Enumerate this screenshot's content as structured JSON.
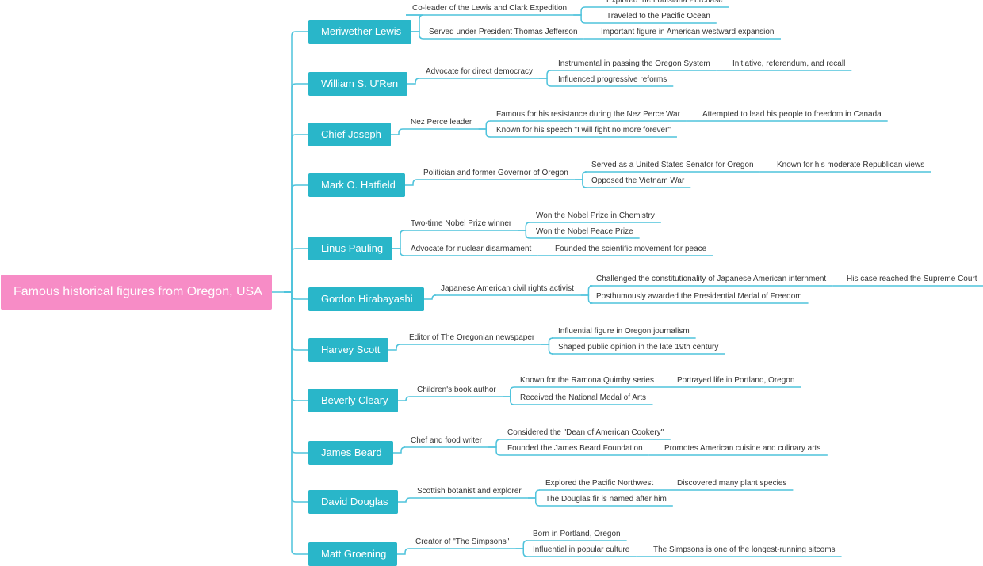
{
  "root": "Famous historical figures from Oregon, USA",
  "people": [
    {
      "name": "Meriwether Lewis",
      "facts": [
        {
          "text": "Co-leader of the Lewis and Clark Expedition",
          "children": [
            {
              "text": "Explored the Louisiana Purchase"
            },
            {
              "text": "Traveled to the Pacific Ocean"
            }
          ]
        },
        {
          "text": "Served under President Thomas Jefferson",
          "children": [
            {
              "text": "Important figure in American westward expansion"
            }
          ]
        }
      ]
    },
    {
      "name": "William S. U'Ren",
      "facts": [
        {
          "text": "Advocate for direct democracy",
          "children": [
            {
              "text": "Instrumental in passing the Oregon System",
              "children": [
                {
                  "text": "Initiative, referendum, and recall"
                }
              ]
            },
            {
              "text": "Influenced progressive reforms"
            }
          ]
        }
      ]
    },
    {
      "name": "Chief Joseph",
      "facts": [
        {
          "text": "Nez Perce leader",
          "children": [
            {
              "text": "Famous for his resistance during the Nez Perce War",
              "children": [
                {
                  "text": "Attempted to lead his people to freedom in Canada"
                }
              ]
            },
            {
              "text": "Known for his speech \"I will fight no more forever\""
            }
          ]
        }
      ]
    },
    {
      "name": "Mark O. Hatfield",
      "facts": [
        {
          "text": "Politician and former Governor of Oregon",
          "children": [
            {
              "text": "Served as a United States Senator for Oregon",
              "children": [
                {
                  "text": "Known for his moderate Republican views"
                }
              ]
            },
            {
              "text": "Opposed the Vietnam War"
            }
          ]
        }
      ]
    },
    {
      "name": "Linus Pauling",
      "facts": [
        {
          "text": "Two-time Nobel Prize winner",
          "children": [
            {
              "text": "Won the Nobel Prize in Chemistry"
            },
            {
              "text": "Won the Nobel Peace Prize"
            }
          ]
        },
        {
          "text": "Advocate for nuclear disarmament",
          "children": [
            {
              "text": "Founded the scientific movement for peace"
            }
          ]
        }
      ]
    },
    {
      "name": "Gordon Hirabayashi",
      "facts": [
        {
          "text": "Japanese American civil rights activist",
          "children": [
            {
              "text": "Challenged the constitutionality of Japanese American internment",
              "children": [
                {
                  "text": "His case reached the Supreme Court"
                }
              ]
            },
            {
              "text": "Posthumously awarded the Presidential Medal of Freedom"
            }
          ]
        }
      ]
    },
    {
      "name": "Harvey Scott",
      "facts": [
        {
          "text": "Editor of The Oregonian newspaper",
          "children": [
            {
              "text": "Influential figure in Oregon journalism"
            },
            {
              "text": "Shaped public opinion in the late 19th century"
            }
          ]
        }
      ]
    },
    {
      "name": "Beverly Cleary",
      "facts": [
        {
          "text": "Children's book author",
          "children": [
            {
              "text": "Known for the Ramona Quimby series",
              "children": [
                {
                  "text": "Portrayed life in Portland, Oregon"
                }
              ]
            },
            {
              "text": "Received the National Medal of Arts"
            }
          ]
        }
      ]
    },
    {
      "name": "James Beard",
      "facts": [
        {
          "text": "Chef and food writer",
          "children": [
            {
              "text": "Considered the \"Dean of American Cookery\""
            },
            {
              "text": "Founded the James Beard Foundation",
              "children": [
                {
                  "text": "Promotes American cuisine and culinary arts"
                }
              ]
            }
          ]
        }
      ]
    },
    {
      "name": "David Douglas",
      "facts": [
        {
          "text": "Scottish botanist and explorer",
          "children": [
            {
              "text": "Explored the Pacific Northwest",
              "children": [
                {
                  "text": "Discovered many plant species"
                }
              ]
            },
            {
              "text": "The Douglas fir is named after him"
            }
          ]
        }
      ]
    },
    {
      "name": "Matt Groening",
      "facts": [
        {
          "text": "Creator of \"The Simpsons\"",
          "children": [
            {
              "text": "Born in Portland, Oregon"
            },
            {
              "text": "Influential in popular culture",
              "children": [
                {
                  "text": "The Simpsons is one of the longest-running sitcoms"
                }
              ]
            }
          ]
        }
      ]
    }
  ],
  "colors": {
    "root": "#f78cc6",
    "node": "#29b6c9",
    "line": "#4fc3dc",
    "text": "#333333"
  }
}
